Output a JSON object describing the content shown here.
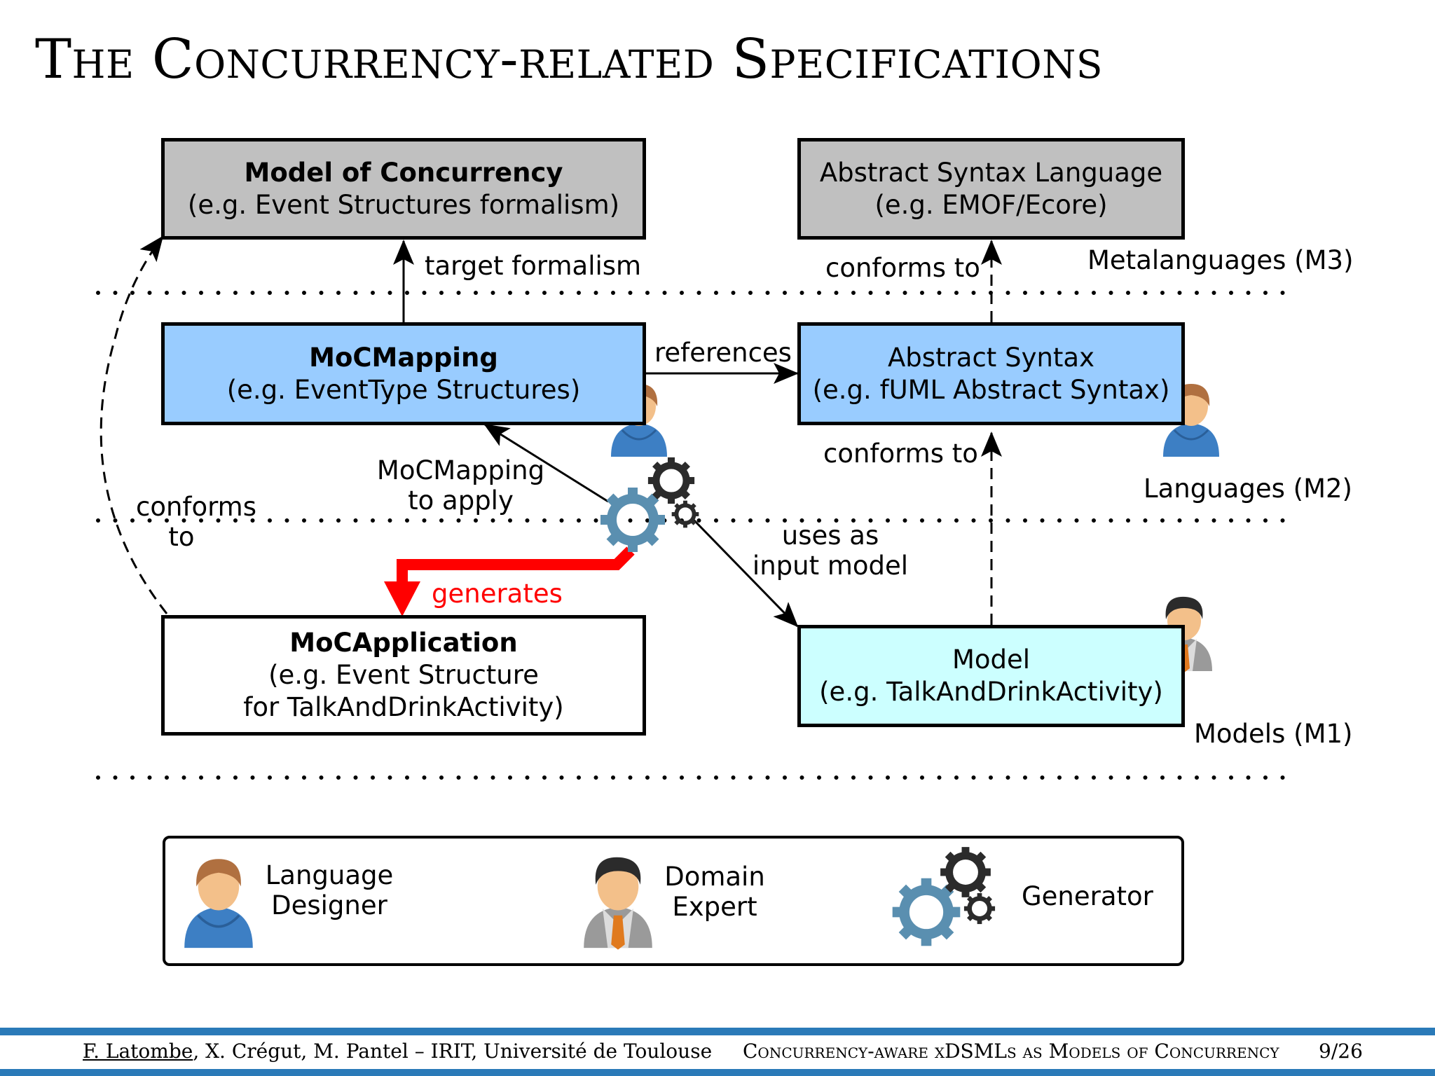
{
  "title": "The Concurrency-related Specifications",
  "boxes": {
    "moc": {
      "title": "Model of Concurrency",
      "example": "(e.g. Event Structures formalism)"
    },
    "asl": {
      "title": "Abstract Syntax Language",
      "example": "(e.g. EMOF/Ecore)"
    },
    "mocmapping": {
      "title": "MoCMapping",
      "example": "(e.g. EventType Structures)"
    },
    "as": {
      "title": "Abstract Syntax",
      "example": "(e.g. fUML Abstract Syntax)"
    },
    "mocapp": {
      "title": "MoCApplication",
      "example": "(e.g. Event Structure",
      "example2": "for TalkAndDrinkActivity)"
    },
    "model": {
      "title": "Model",
      "example": "(e.g. TalkAndDrinkActivity)"
    }
  },
  "edges": {
    "target_formalism": "target formalism",
    "conforms_to_m3": "conforms to",
    "references": "references",
    "conforms_to_m2": "conforms to",
    "mocmapping_to_apply_1": "MoCMapping",
    "mocmapping_to_apply_2": "to apply",
    "conforms_left_1": "conforms",
    "conforms_left_2": "to",
    "uses_as_1": "uses as",
    "uses_as_2": "input model",
    "generates": "generates"
  },
  "levels": {
    "m3": "Metalanguages (M3)",
    "m2": "Languages (M2)",
    "m1": "Models (M1)"
  },
  "legend": {
    "language_designer_1": "Language",
    "language_designer_2": "Designer",
    "domain_expert_1": "Domain",
    "domain_expert_2": "Expert",
    "generator": "Generator"
  },
  "footer": {
    "author_first": "F. Latombe",
    "authors_rest": ", X. Crégut, M. Pantel – IRIT, Université de Toulouse",
    "talk_title": "Concurrency-aware xDSMLs as Models of Concurrency",
    "page": "9/26"
  },
  "colors": {
    "gray_box": "#c0c0c0",
    "blue_box": "#99ccff",
    "cyan_box": "#ccffff",
    "red_arrow": "#ff0000",
    "footer_blue": "#2a7ab8",
    "gear_blue": "#5a8fb0",
    "gear_dark": "#2b2b2b"
  }
}
